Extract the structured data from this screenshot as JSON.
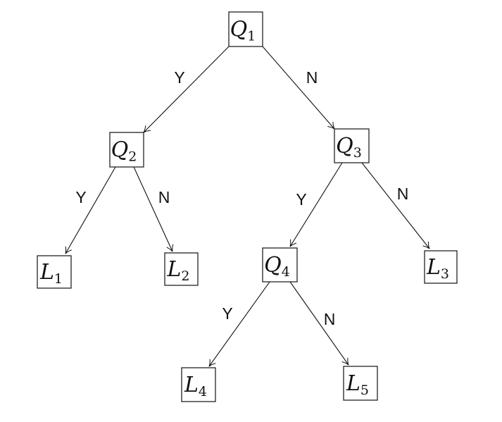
{
  "nodes": [
    {
      "id": "Q1",
      "letter": "Q",
      "sub": "1"
    },
    {
      "id": "Q2",
      "letter": "Q",
      "sub": "2"
    },
    {
      "id": "Q3",
      "letter": "Q",
      "sub": "3"
    },
    {
      "id": "Q4",
      "letter": "Q",
      "sub": "4"
    },
    {
      "id": "L1",
      "letter": "L",
      "sub": "1"
    },
    {
      "id": "L2",
      "letter": "L",
      "sub": "2"
    },
    {
      "id": "L3",
      "letter": "L",
      "sub": "3"
    },
    {
      "id": "L4",
      "letter": "L",
      "sub": "4"
    },
    {
      "id": "L5",
      "letter": "L",
      "sub": "5"
    }
  ],
  "edges": [
    {
      "from": "Q1",
      "to": "Q2",
      "label": "Y"
    },
    {
      "from": "Q1",
      "to": "Q3",
      "label": "N"
    },
    {
      "from": "Q2",
      "to": "L1",
      "label": "Y"
    },
    {
      "from": "Q2",
      "to": "L2",
      "label": "N"
    },
    {
      "from": "Q3",
      "to": "Q4",
      "label": "Y"
    },
    {
      "from": "Q3",
      "to": "L3",
      "label": "N"
    },
    {
      "from": "Q4",
      "to": "L4",
      "label": "Y"
    },
    {
      "from": "Q4",
      "to": "L5",
      "label": "N"
    }
  ]
}
